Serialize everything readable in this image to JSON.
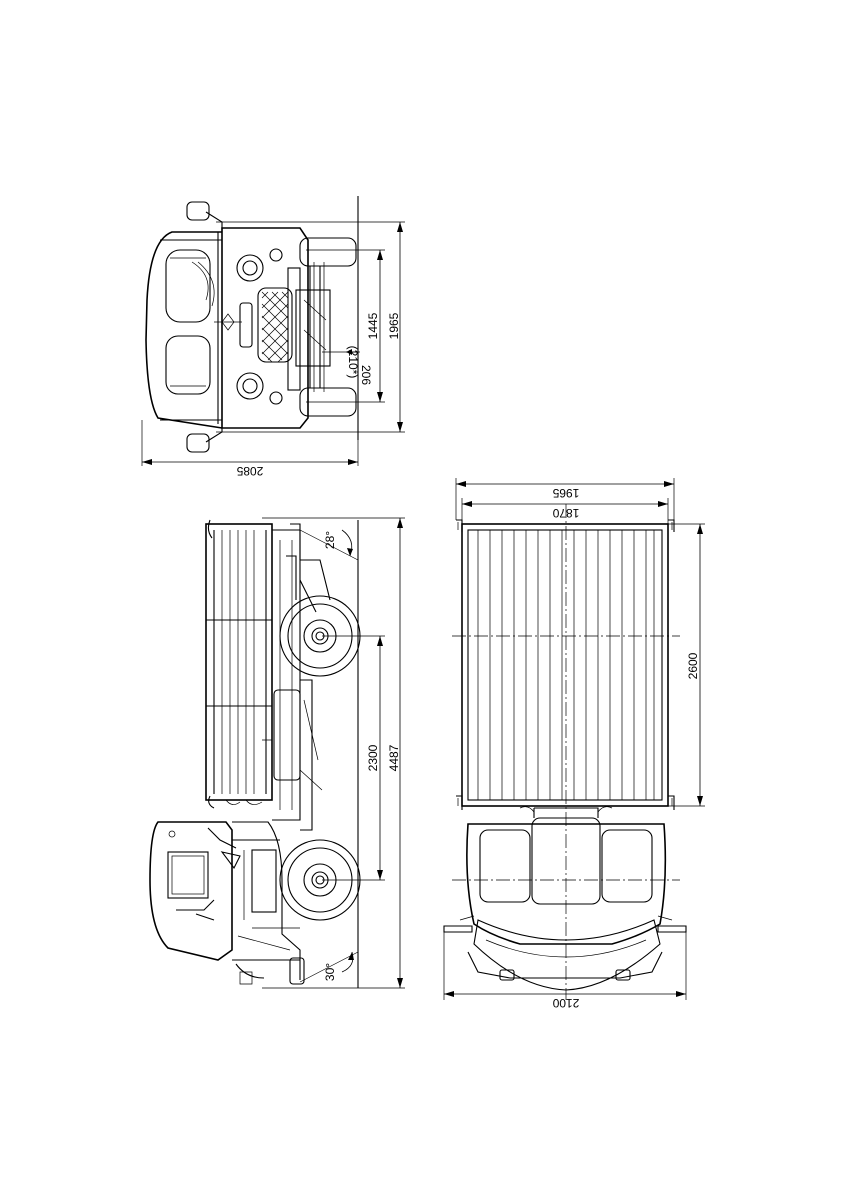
{
  "views": {
    "front": {
      "dimensions": {
        "overall_width": "2085",
        "height_overall": "1965",
        "height_mid": "1445",
        "ground_clearance": "206",
        "ground_clearance_alt": "(210*)"
      }
    },
    "side": {
      "dimensions": {
        "wheelbase": "2300",
        "overall_length": "4487",
        "rear_angle": "28°",
        "front_angle": "30°"
      }
    },
    "top": {
      "dimensions": {
        "overall_width_rear": "1965",
        "platform_width": "1870",
        "platform_length": "2600",
        "mirror_width": "2100"
      }
    }
  }
}
